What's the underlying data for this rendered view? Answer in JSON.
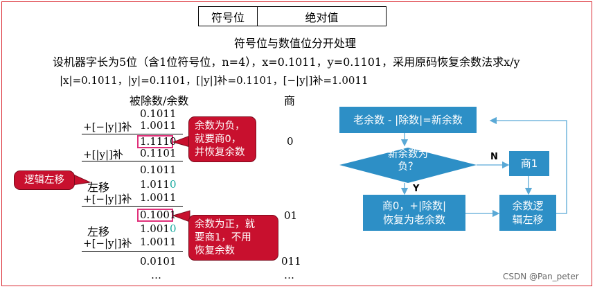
{
  "header_table": {
    "col1": "符号位",
    "col2": "绝对值"
  },
  "subtitle": "符号位与数值位分开处理",
  "description": "设机器字长为5位（含1位符号位，n=4），x=0.1011，y=0.1101，采用原码恢复余数法求x/y",
  "values_line": "|x|=0.1011，|y|=0.1101，[|y|]补=0.1101，[−|y|]补=1.0011",
  "calc": {
    "col_dividend": "被除数/余数",
    "col_quotient": "商",
    "op_sub_label": "+[−|y|]补",
    "op_add_label": "+[|y|]补",
    "shift_label": "左移",
    "rows": {
      "r1": "0.1011",
      "r2": "1.0011",
      "r3": "1.1110",
      "r4": "0.1101",
      "r5": "0.1011",
      "r6_main": "1.011",
      "r6_bit": "0",
      "r7": "1.0011",
      "r8": "0.1001",
      "r9_main": "1.001",
      "r9_bit": "0",
      "r10": "1.0011",
      "r11": "0.0101",
      "r12": "…"
    },
    "quotients": {
      "q1": "0",
      "q2": "01",
      "q3": "011",
      "q4": "…"
    }
  },
  "callouts": {
    "negative": [
      "余数为负，",
      "就要商0，",
      "并恢复余数"
    ],
    "positive": [
      "余数为正，就",
      "要商1，不用",
      "恢复余数"
    ],
    "logic_shift": "逻辑左移"
  },
  "flowchart": {
    "step1": "老余数 - |除数|=新余数",
    "decision": [
      "新余数为",
      "负？"
    ],
    "yes_label": "Y",
    "no_label": "N",
    "step_neg": [
      "商0，+|除数|",
      "恢复为老余数"
    ],
    "step_pos": "商1",
    "step_shift": [
      "余数逻",
      "辑左移"
    ]
  },
  "watermark": "CSDN @Pan_peter",
  "colors": {
    "border": "#d9262e",
    "callout": "#c8102e",
    "flow": "#2d8fc6",
    "highlight_box": "#e0307a",
    "teal_bit": "#13a89e"
  }
}
